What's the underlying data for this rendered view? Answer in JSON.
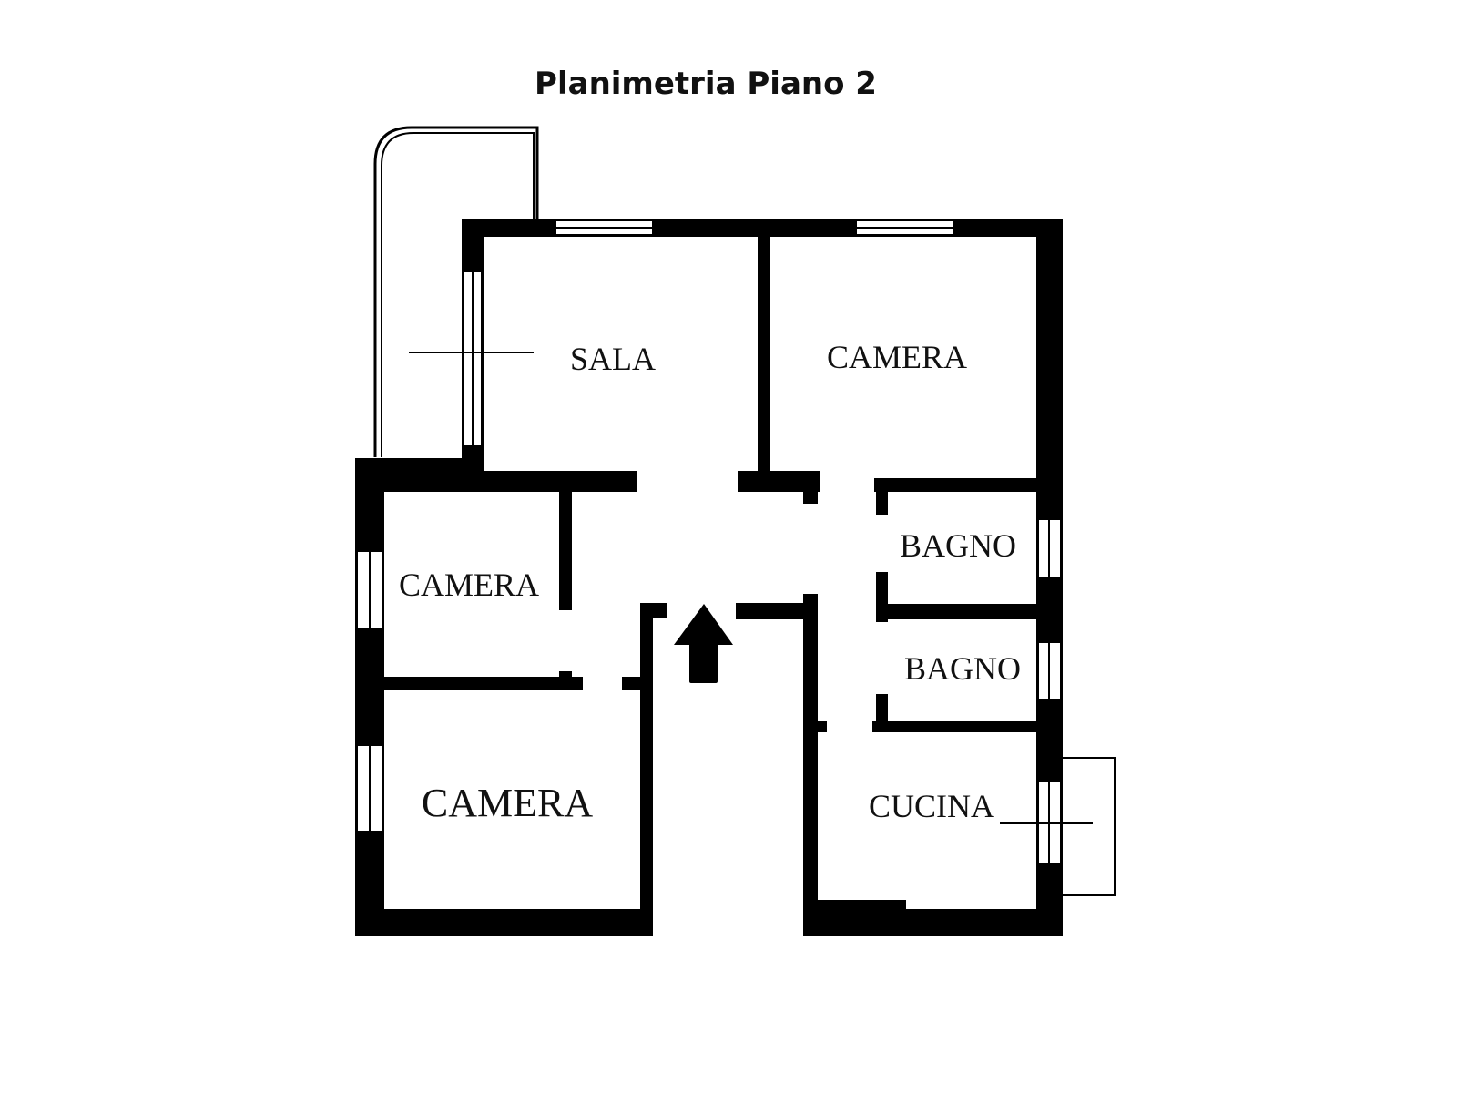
{
  "title": "Planimetria Piano 2",
  "rooms": {
    "sala": "SALA",
    "camera_top_right": "CAMERA",
    "camera_left": "CAMERA",
    "camera_bottom_left": "CAMERA",
    "bagno_1": "BAGNO",
    "bagno_2": "BAGNO",
    "cucina": "CUCINA"
  },
  "entrance_icon": "arrow-up-icon",
  "colors": {
    "wall": "#000000",
    "background": "#ffffff"
  }
}
